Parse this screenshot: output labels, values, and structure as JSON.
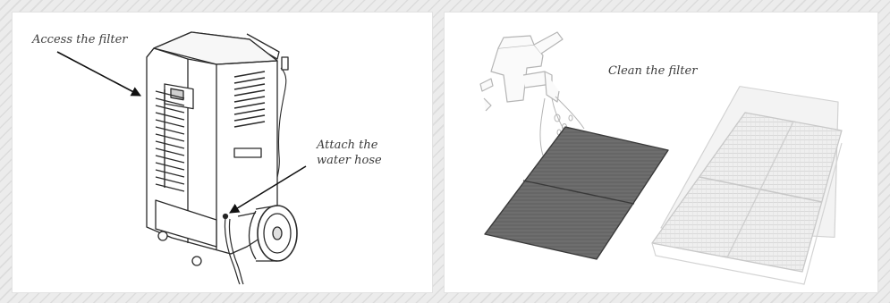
{
  "left_panel": {
    "access_label": "Access the filter",
    "attach_label_line1": "Attach the",
    "attach_label_line2": "water hose"
  },
  "right_panel": {
    "clean_label": "Clean the filter"
  },
  "colors": {
    "background": "#ececec",
    "stripe": "#dcdcdc",
    "panel": "#ffffff",
    "line_art": "#2a2a2a",
    "wet_filter": "#6e6e6e",
    "dry_filter": "#bdbdbd"
  }
}
